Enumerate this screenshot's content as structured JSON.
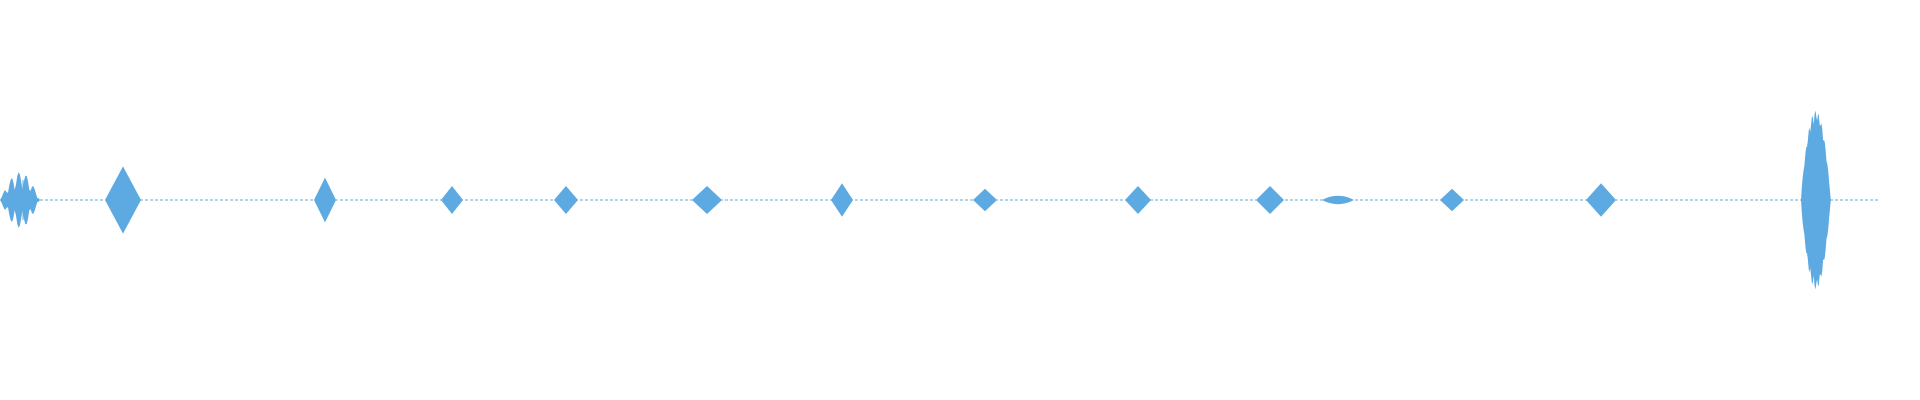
{
  "waveform": {
    "color": "#5DA9E1",
    "background": "#FFFFFF",
    "bursts": [
      {
        "shape": "noisy",
        "amplitude": 0.1
      },
      {
        "shape": "spike",
        "amplitude": 0.12
      },
      {
        "shape": "spike",
        "amplitude": 0.08
      },
      {
        "shape": "spike",
        "amplitude": 0.05
      },
      {
        "shape": "spike",
        "amplitude": 0.05
      },
      {
        "shape": "spike",
        "amplitude": 0.05
      },
      {
        "shape": "spike",
        "amplitude": 0.06
      },
      {
        "shape": "spike",
        "amplitude": 0.04
      },
      {
        "shape": "spike",
        "amplitude": 0.05
      },
      {
        "shape": "spike",
        "amplitude": 0.05
      },
      {
        "shape": "flat",
        "amplitude": 0.03
      },
      {
        "shape": "spike",
        "amplitude": 0.04
      },
      {
        "shape": "spike",
        "amplitude": 0.06
      },
      {
        "shape": "large",
        "amplitude": 0.32
      }
    ]
  }
}
